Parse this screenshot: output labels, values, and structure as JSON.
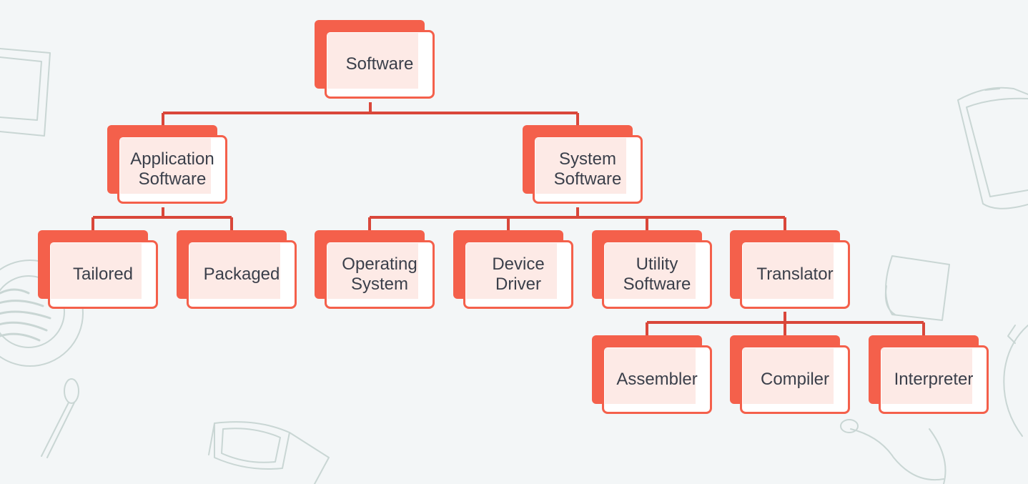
{
  "diagram": {
    "title": "",
    "colors": {
      "accent": "#f4604b",
      "connector": "#d9473a",
      "text": "#3a3f4a",
      "background": "#f3f6f7"
    },
    "nodes": {
      "software": "Software",
      "application_software": "Application\nSoftware",
      "system_software": "System\nSoftware",
      "tailored": "Tailored",
      "packaged": "Packaged",
      "operating_system": "Operating\nSystem",
      "device_driver": "Device\nDriver",
      "utility_software": "Utility\nSoftware",
      "translator": "Translator",
      "assembler": "Assembler",
      "compiler": "Compiler",
      "interpreter": "Interpreter"
    },
    "edges": [
      [
        "software",
        "application_software"
      ],
      [
        "software",
        "system_software"
      ],
      [
        "application_software",
        "tailored"
      ],
      [
        "application_software",
        "packaged"
      ],
      [
        "system_software",
        "operating_system"
      ],
      [
        "system_software",
        "device_driver"
      ],
      [
        "system_software",
        "utility_software"
      ],
      [
        "system_software",
        "translator"
      ],
      [
        "translator",
        "assembler"
      ],
      [
        "translator",
        "compiler"
      ],
      [
        "translator",
        "interpreter"
      ]
    ],
    "background_doodles": [
      "tablet-doodle",
      "coffee-cup-doodle",
      "spoon-doodle",
      "glasses-doodle",
      "sticky-note-doodle",
      "smartphone-doodle",
      "earphones-doodle"
    ]
  }
}
